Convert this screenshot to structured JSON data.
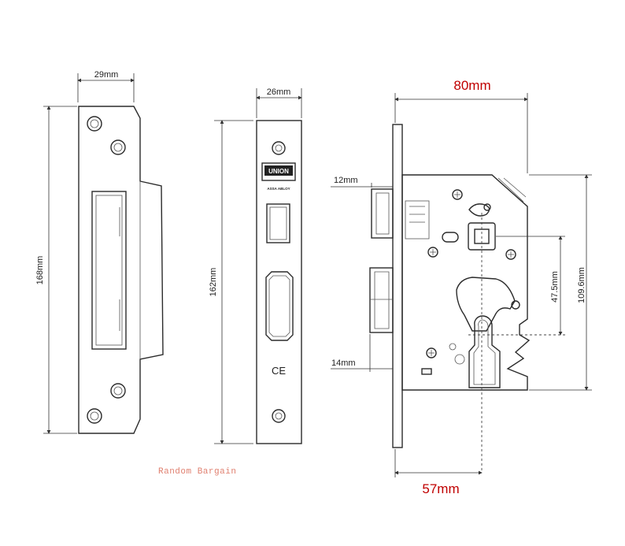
{
  "strike_plate": {
    "width_label": "29mm",
    "height_label": "168mm"
  },
  "forend": {
    "width_label": "26mm",
    "height_label": "162mm",
    "logo_text": "UNION",
    "brand_text": "ASSA ABLOY",
    "mark_text": "CE"
  },
  "lock_body": {
    "width_label": "80mm",
    "bolt_projection_label": "12mm",
    "latch_projection_label": "14mm",
    "centers_label": "47.5mm",
    "case_height_label": "109.6mm",
    "backset_label": "57mm"
  },
  "watermark": "Random Bargain"
}
